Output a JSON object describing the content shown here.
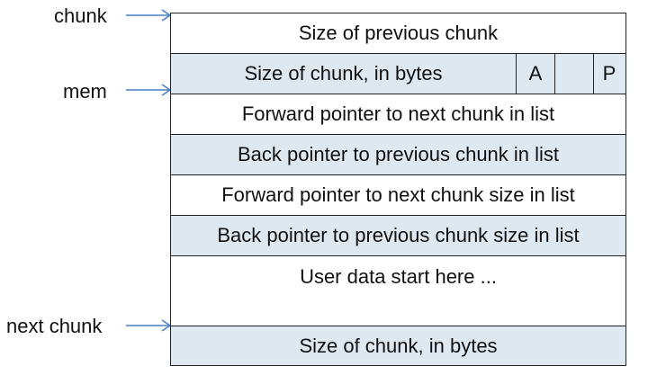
{
  "labels": {
    "chunk": "chunk",
    "mem": "mem",
    "next_chunk": "next chunk"
  },
  "rows": {
    "r0": "Size of previous chunk",
    "r1": "Size of chunk, in bytes",
    "r1_a": "A",
    "r1_blank": "",
    "r1_p": "P",
    "r2": "Forward pointer to next chunk in list",
    "r3": "Back pointer to previous chunk in list",
    "r4": "Forward pointer to next chunk size in list",
    "r5": "Back pointer to previous chunk size in list",
    "r6": "User data start here ...",
    "r7": "Size of chunk, in bytes"
  },
  "colors": {
    "shaded": "#dde8f1",
    "arrow": "#4a7fc1",
    "border": "#222222"
  }
}
